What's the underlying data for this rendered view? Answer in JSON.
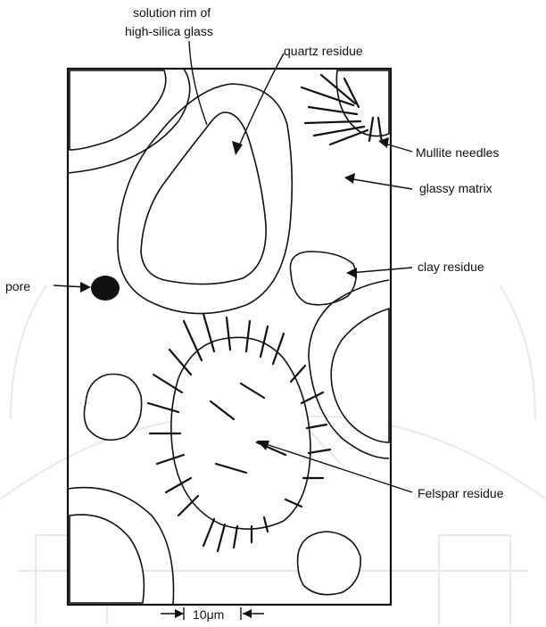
{
  "labels": {
    "solution_rim_line1": "solution rim of",
    "solution_rim_line2": "high-silica glass",
    "quartz_residue": "quartz residue",
    "mullite_needles": "Mullite needles",
    "glassy_matrix": "glassy matrix",
    "pore": "pore",
    "clay_residue": "clay residue",
    "felspar_residue": "Felspar residue",
    "scale_bar": "10μm"
  }
}
